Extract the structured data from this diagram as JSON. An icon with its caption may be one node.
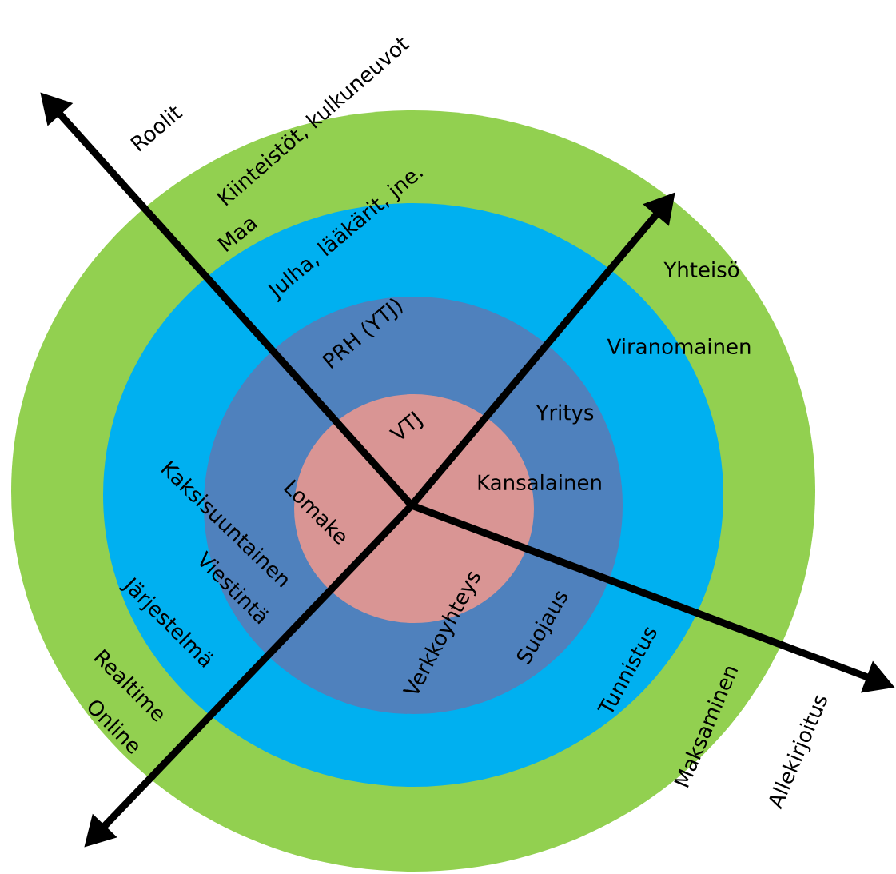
{
  "diagram": {
    "nodes": [
      {
        "text": [
          "Kiinteistöt, kulkuneuvot",
          "Maa",
          "Yhteisö",
          "Realtime",
          "Online",
          "Maksaminen"
        ]
      },
      {
        "text": [
          "Julha, lääkärit, jne.",
          "Viranomainen",
          "Järjestelmä",
          "Tunnistus"
        ],
        "in": 0
      },
      {
        "text": [
          "PRH (YTJ)",
          "Yritys",
          "Kaksisuuntainen",
          "Viestintä",
          "Verkkoyhteys",
          "Suojaus"
        ],
        "in": 1
      },
      {
        "text": [
          "VTJ",
          "Kansalainen",
          "Lomake"
        ],
        "in": 2
      }
    ],
    "labels": [
      "Roolit",
      "Allekirjoitus"
    ]
  }
}
